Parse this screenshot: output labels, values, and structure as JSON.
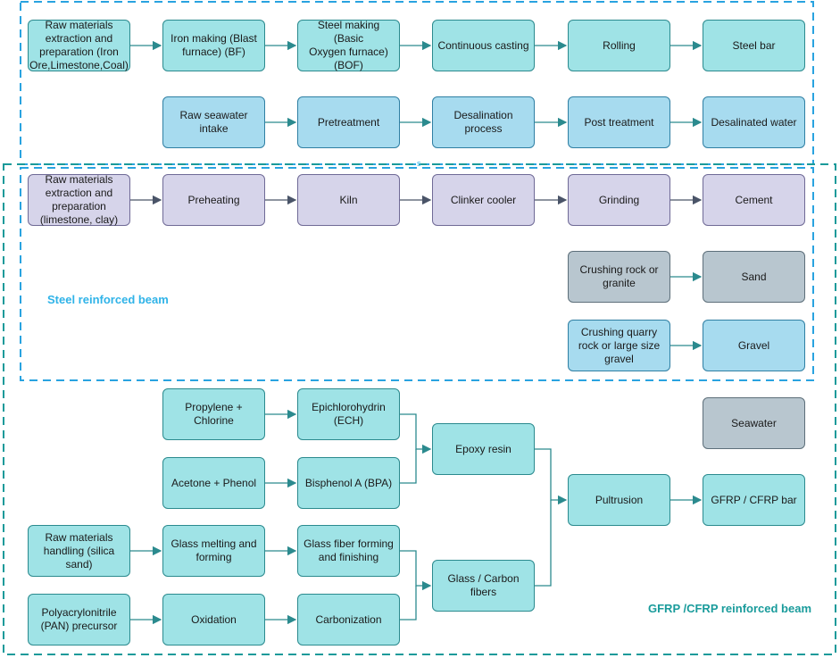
{
  "colors": {
    "steel_region_border": "#29a3e0",
    "frp_region_border": "#1a9a9a",
    "steel_label": "#2fb3e8",
    "frp_label": "#199b9b",
    "arrow": "#2b8a8e"
  },
  "regions": {
    "steel_label": "Steel reinforced beam",
    "frp_label": "GFRP /CFRP reinforced beam",
    "marker": "s"
  },
  "nodes": {
    "raw_iron": "Raw materials\nextraction and\npreparation (Iron\nOre,Limestone,Coal)",
    "iron_making": "Iron making (Blast\nfurnace) (BF)",
    "steel_making": "Steel making (Basic\nOxygen furnace)\n(BOF)",
    "continuous_casting": "Continuous casting",
    "rolling": "Rolling",
    "steel_bar": "Steel bar",
    "raw_seawater": "Raw seawater\nintake",
    "pretreatment": "Pretreatment",
    "desalination": "Desalination\nprocess",
    "post_treatment": "Post treatment",
    "desalinated_water": "Desalinated water",
    "raw_cement": "Raw materials\nextraction and\npreparation\n(limestone, clay)",
    "preheating": "Preheating",
    "kiln": "Kiln",
    "clinker_cooler": "Clinker cooler",
    "grinding": "Grinding",
    "cement": "Cement",
    "crushing_granite": "Crushing rock or\ngranite",
    "sand": "Sand",
    "crushing_quarry": "Crushing quarry\nrock or large size\ngravel",
    "gravel": "Gravel",
    "propylene": "Propylene +\nChlorine",
    "ech": "Epichlorohydrin\n(ECH)",
    "seawater": "Seawater",
    "epoxy": "Epoxy resin",
    "acetone": "Acetone + Phenol",
    "bpa": "Bisphenol A (BPA)",
    "pultrusion": "Pultrusion",
    "frp_bar": "GFRP / CFRP bar",
    "raw_silica": "Raw materials\nhandling (silica\nsand)",
    "glass_melting": "Glass melting and\nforming",
    "glass_fiber": "Glass fiber forming\nand finishing",
    "glass_carbon": "Glass / Carbon\nfibers",
    "pan": "Polyacrylonitrile\n(PAN) precursor",
    "oxidation": "Oxidation",
    "carbonization": "Carbonization"
  }
}
